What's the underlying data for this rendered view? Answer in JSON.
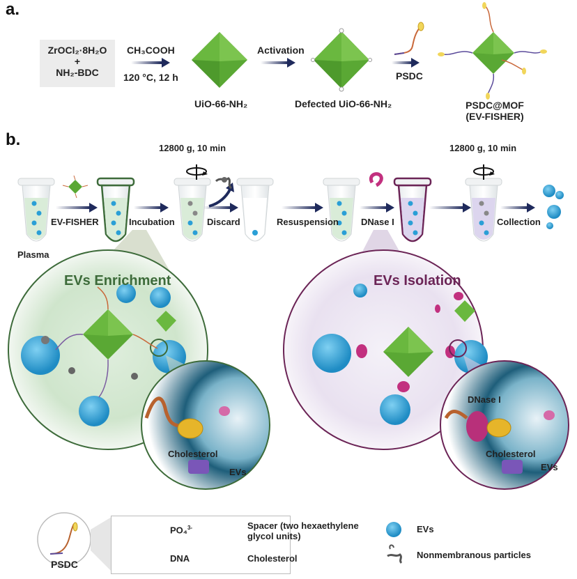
{
  "panels": {
    "a": {
      "label": "a.",
      "reagents": {
        "line1": "ZrOCl₂·8H₂O",
        "line2": "+",
        "line3": "NH₂-BDC"
      },
      "step1": {
        "top": "CH₃COOH",
        "bottom": "120 °C, 12 h"
      },
      "product1": "UiO-66-NH₂",
      "step2": {
        "top": "Activation"
      },
      "product2": "Defected UiO-66-NH₂",
      "step3": {
        "bottom": "PSDC"
      },
      "product3": {
        "line1": "PSDC@MOF",
        "line2": "(EV-FISHER)"
      }
    },
    "b": {
      "label": "b.",
      "centrifuge1": "12800 g, 10 min",
      "centrifuge2": "12800 g, 10 min",
      "tube1_label": "Plasma",
      "steps": [
        "EV-FISHER",
        "Incubation",
        "Discard",
        "Resuspension",
        "DNase I",
        "Collection"
      ],
      "zoom_left": {
        "title": "EVs Enrichment",
        "inset_labels": [
          "Cholesterol",
          "EVs"
        ]
      },
      "zoom_right": {
        "title": "EVs Isolation",
        "inset_labels": [
          "DNase I",
          "Cholesterol",
          "EVs"
        ]
      }
    }
  },
  "legend": {
    "psdc_label": "PSDC",
    "items": [
      {
        "icon": "phosphate-icon",
        "label": "PO₄",
        "sup": "3-"
      },
      {
        "icon": "spacer-icon",
        "label": "Spacer (two hexaethylene glycol units)"
      },
      {
        "icon": "dna-icon",
        "label": "DNA"
      },
      {
        "icon": "cholesterol-icon",
        "label": "Cholesterol"
      }
    ],
    "side_items": [
      {
        "icon": "ev-icon",
        "label": "EVs"
      },
      {
        "icon": "nonmembranous-particle-icon",
        "label": "Nonmembranous particles"
      }
    ]
  },
  "colors": {
    "mof_green": "#6ab33e",
    "arrow_navy": "#1f2a5c",
    "enrich_green": "#3d6b3a",
    "isolation_purple": "#6b2456",
    "ev_blue": "#2a9fd6",
    "dnase_pink": "#c2307f"
  }
}
